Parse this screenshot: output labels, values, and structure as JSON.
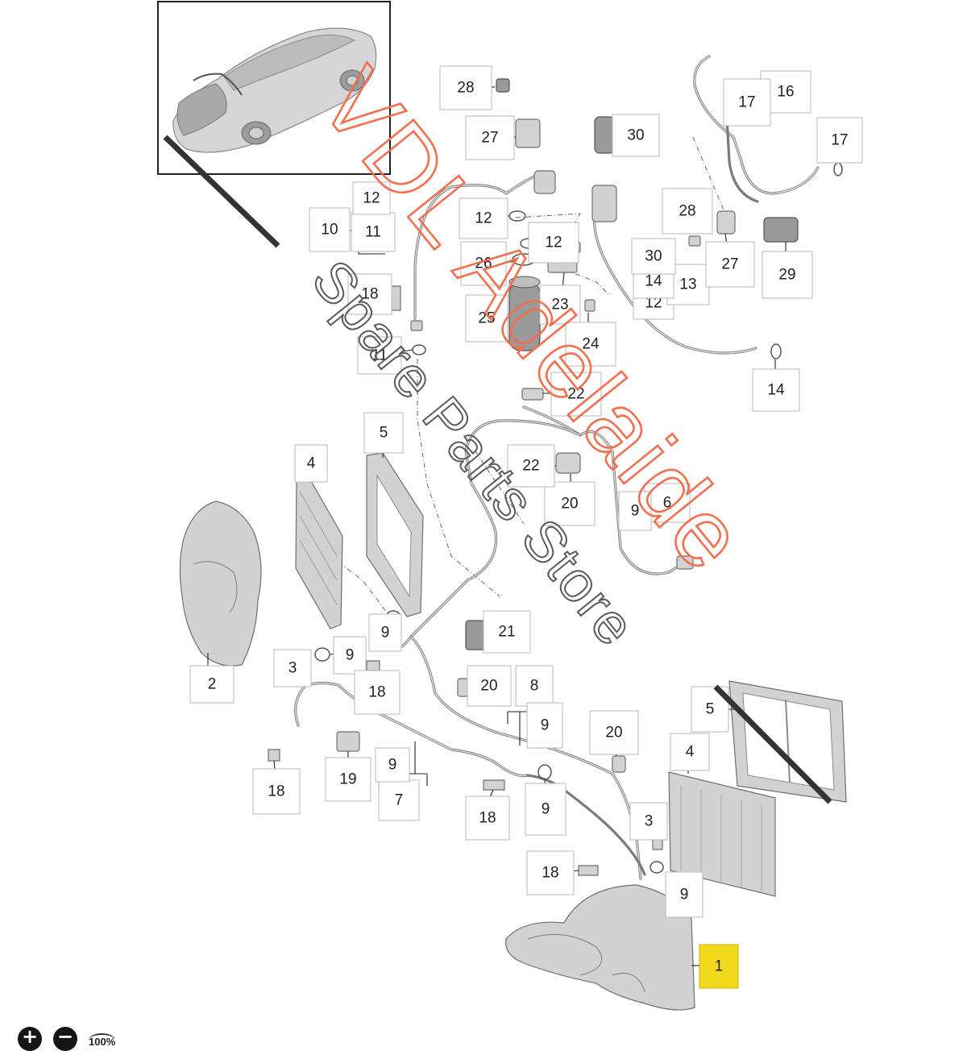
{
  "diagram": {
    "callouts": [
      {
        "id": "c1",
        "label": "1"
      },
      {
        "id": "c2",
        "label": "2"
      },
      {
        "id": "c3a",
        "label": "3"
      },
      {
        "id": "c3b",
        "label": "3"
      },
      {
        "id": "c4a",
        "label": "4"
      },
      {
        "id": "c4b",
        "label": "4"
      },
      {
        "id": "c5a",
        "label": "5"
      },
      {
        "id": "c5b",
        "label": "5"
      },
      {
        "id": "c6",
        "label": "6"
      },
      {
        "id": "c7",
        "label": "7"
      },
      {
        "id": "c8",
        "label": "8"
      },
      {
        "id": "c9a",
        "label": "9"
      },
      {
        "id": "c9b",
        "label": "9"
      },
      {
        "id": "c9c",
        "label": "9"
      },
      {
        "id": "c9d",
        "label": "9"
      },
      {
        "id": "c9e",
        "label": "9"
      },
      {
        "id": "c9f",
        "label": "9"
      },
      {
        "id": "c9g",
        "label": "9"
      },
      {
        "id": "c10",
        "label": "10"
      },
      {
        "id": "c11a",
        "label": "11"
      },
      {
        "id": "c11b",
        "label": "11"
      },
      {
        "id": "c12a",
        "label": "12"
      },
      {
        "id": "c12b",
        "label": "12"
      },
      {
        "id": "c12c",
        "label": "12"
      },
      {
        "id": "c12d",
        "label": "12"
      },
      {
        "id": "c13",
        "label": "13"
      },
      {
        "id": "c14a",
        "label": "14"
      },
      {
        "id": "c14b",
        "label": "14"
      },
      {
        "id": "c16",
        "label": "16"
      },
      {
        "id": "c17a",
        "label": "17"
      },
      {
        "id": "c17b",
        "label": "17"
      },
      {
        "id": "c18a",
        "label": "18"
      },
      {
        "id": "c18b",
        "label": "18"
      },
      {
        "id": "c18c",
        "label": "18"
      },
      {
        "id": "c18d",
        "label": "18"
      },
      {
        "id": "c18e",
        "label": "18"
      },
      {
        "id": "c19",
        "label": "19"
      },
      {
        "id": "c20a",
        "label": "20"
      },
      {
        "id": "c20b",
        "label": "20"
      },
      {
        "id": "c20c",
        "label": "20"
      },
      {
        "id": "c21",
        "label": "21"
      },
      {
        "id": "c22a",
        "label": "22"
      },
      {
        "id": "c22b",
        "label": "22"
      },
      {
        "id": "c23",
        "label": "23"
      },
      {
        "id": "c24",
        "label": "24"
      },
      {
        "id": "c25",
        "label": "25"
      },
      {
        "id": "c26",
        "label": "26"
      },
      {
        "id": "c27a",
        "label": "27"
      },
      {
        "id": "c27b",
        "label": "27"
      },
      {
        "id": "c28a",
        "label": "28"
      },
      {
        "id": "c28b",
        "label": "28"
      },
      {
        "id": "c29",
        "label": "29"
      },
      {
        "id": "c30a",
        "label": "30"
      },
      {
        "id": "c30b",
        "label": "30"
      }
    ],
    "highlighted_callout": "c1"
  },
  "watermark": {
    "brand": "VDL Adelaide",
    "tagline": "Spare Parts Store",
    "brand_color": "#f26f4f",
    "tagline_color": "#5a5a5a"
  },
  "viewer": {
    "zoom_in_icon": "plus-circle-icon",
    "zoom_out_icon": "minus-circle-icon",
    "zoom_in_symbol": "+",
    "zoom_out_symbol": "−",
    "zoom_level": "100%"
  },
  "colors": {
    "highlight": "#f2d91c",
    "part_fill": "#d2d2d2",
    "part_stroke": "#6e6e6e"
  }
}
